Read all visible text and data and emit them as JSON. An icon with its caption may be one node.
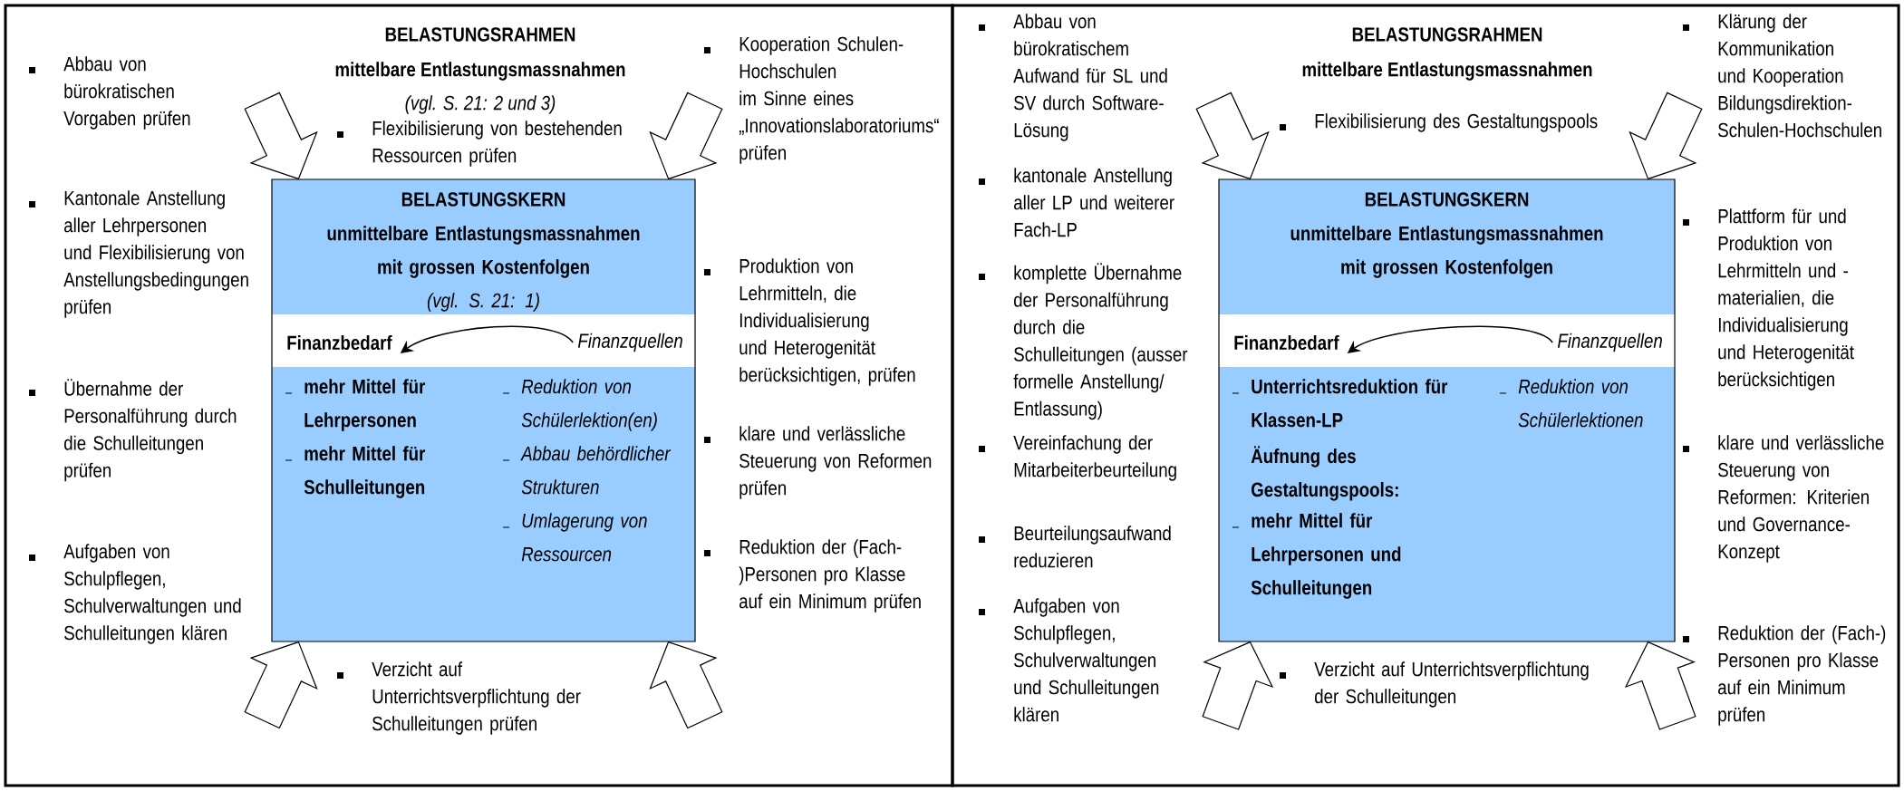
{
  "diagram": {
    "nodes": [
      {
        "text": [
          "BELASTUNGSRAHMEN",
          "mittelbare Entlastungsmassnahmen",
          "(vgl. S. 21: 2 und 3)"
        ]
      },
      {
        "text": [
          "BELASTUNGSKERN",
          "unmittelbare Entlastungsmassnahmen mit grossen Kostenfolgen",
          "(vgl. S. 21: 1)"
        ],
        "in": 0
      },
      {
        "text": [
          "Finanzbedarf"
        ],
        "in": 1
      },
      {
        "text": [
          "Finanzquellen"
        ],
        "in": 1
      },
      {
        "text": [
          "BELASTUNGSRAHMEN",
          "mittelbare Entlastungsmassnahmen"
        ]
      },
      {
        "text": [
          "BELASTUNGSKERN",
          "unmittelbare Entlastungsmassnahmen mit grossen Kostenfolgen"
        ],
        "in": 4
      },
      {
        "text": [
          "Finanzbedarf"
        ],
        "in": 5
      },
      {
        "text": [
          "Finanzquellen"
        ],
        "in": 5
      }
    ],
    "edges": [
      {
        "from": null,
        "to": 1,
        "arrow": "to"
      },
      {
        "from": null,
        "to": 1,
        "arrow": "to"
      },
      {
        "from": null,
        "to": 1,
        "arrow": "to"
      },
      {
        "from": null,
        "to": 1,
        "arrow": "to"
      },
      {
        "from": 3,
        "to": 2,
        "arrow": "to"
      },
      {
        "from": null,
        "to": 5,
        "arrow": "to"
      },
      {
        "from": null,
        "to": 5,
        "arrow": "to"
      },
      {
        "from": null,
        "to": 5,
        "arrow": "to"
      },
      {
        "from": null,
        "to": 5,
        "arrow": "to"
      },
      {
        "from": 7,
        "to": 6,
        "arrow": "to"
      }
    ],
    "labels": [
      "Abbau von bürokratischen Vorgaben prüfen",
      "Kantonale Anstellung aller Lehrpersonen und Flexibilisierung von Anstellungsbedingungen prüfen",
      "Übernahme der Personalführung durch die Schulleitungen prüfen",
      "Aufgaben von Schulpflegen, Schulverwaltungen und Schulleitungen klären",
      "Flexibilisierung von bestehenden Ressourcen prüfen",
      "mehr Mittel für Lehrpersonen",
      "mehr Mittel für Schulleitungen",
      "Reduktion von Schülerlektion(en)",
      "Abbau behördlicher Strukturen",
      "Umlagerung von Ressourcen",
      "Kooperation Schulen-Hochschulen im Sinne eines „Innovationslaboratoriums“ prüfen",
      "Produktion von Lehrmitteln, die Individualisierung und Heterogenität berücksichtigen, prüfen",
      "klare und verlässliche Steuerung von Reformen prüfen",
      "Reduktion der (Fach-)Personen pro Klasse auf ein Minimum prüfen",
      "Verzicht auf Unterrichtsverpflichtung der Schulleitungen prüfen",
      "Abbau von bürokratischem Aufwand für SL und SV durch Software-Lösung",
      "kantonale Anstellung aller LP und weiterer Fach-LP",
      "komplette Übernahme der Personalführung durch die Schulleitungen (ausser formelle Anstellung/ Entlassung)",
      "Vereinfachung der Mitarbeiterbeurteilung",
      "Beurteilungsaufwand reduzieren",
      "Aufgaben von Schulpflegen, Schulverwaltungen und Schulleitungen klären",
      "Flexibilisierung des Gestaltungspools",
      "Unterrichtsreduktion für Klassen-LP",
      "Äufnung des Gestaltungspools:",
      "mehr Mittel für Lehrpersonen und Schulleitungen",
      "Reduktion von Schülerlektionen",
      "Klärung der Kommunikation und Kooperation Bildungsdirektion-Schulen-Hochschulen",
      "Plattform für und Produktion von Lehrmitteln und -materialien, die Individualisierung und Heterogenität berücksichtigen",
      "klare und verlässliche Steuerung von Reformen: Kriterien und Governance-Konzept",
      "Reduktion der (Fach-) Personen pro Klasse auf ein Minimum prüfen",
      "Verzicht auf Unterrichtsverpflichtung der Schulleitungen"
    ]
  }
}
